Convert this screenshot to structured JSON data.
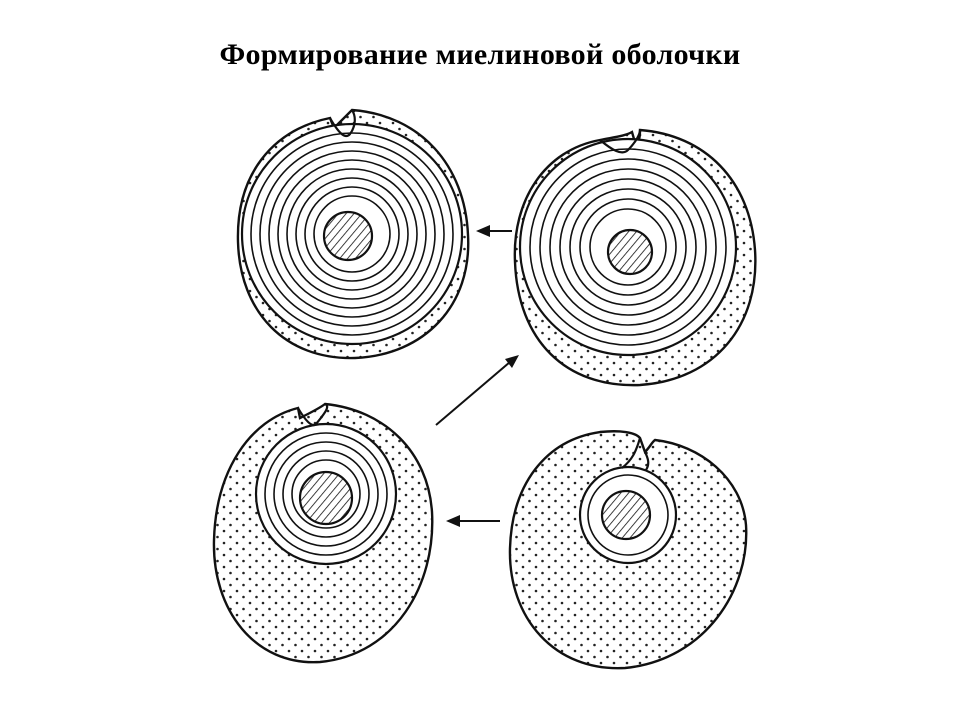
{
  "slide": {
    "title": "Формирование миелиновой оболочки"
  },
  "diagram": {
    "stages": [
      {
        "id": "stage-1",
        "position": "bottom-right",
        "myelin_turns": 1
      },
      {
        "id": "stage-2",
        "position": "bottom-left",
        "myelin_turns": 3
      },
      {
        "id": "stage-3",
        "position": "top-right",
        "myelin_turns": 6
      },
      {
        "id": "stage-4",
        "position": "top-left",
        "myelin_turns": 8
      }
    ],
    "arrows": [
      {
        "from": "stage-1",
        "to": "stage-2"
      },
      {
        "from": "stage-2",
        "to": "stage-3"
      },
      {
        "from": "stage-3",
        "to": "stage-4"
      }
    ],
    "colors": {
      "line": "#111111",
      "background": "#ffffff"
    }
  }
}
